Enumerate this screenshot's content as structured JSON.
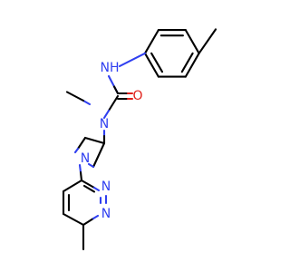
{
  "colors": {
    "background": "#ffffff",
    "carbon_bond": "#000000",
    "nitrogen": "#2f3ff0",
    "oxygen": "#e0201a"
  },
  "labels": {
    "amide_nh": "NH",
    "urea_oxygen": "O",
    "urea_n": "N",
    "azetidine_n": "N",
    "pyridazine_n1": "N",
    "pyridazine_n2": "N"
  }
}
